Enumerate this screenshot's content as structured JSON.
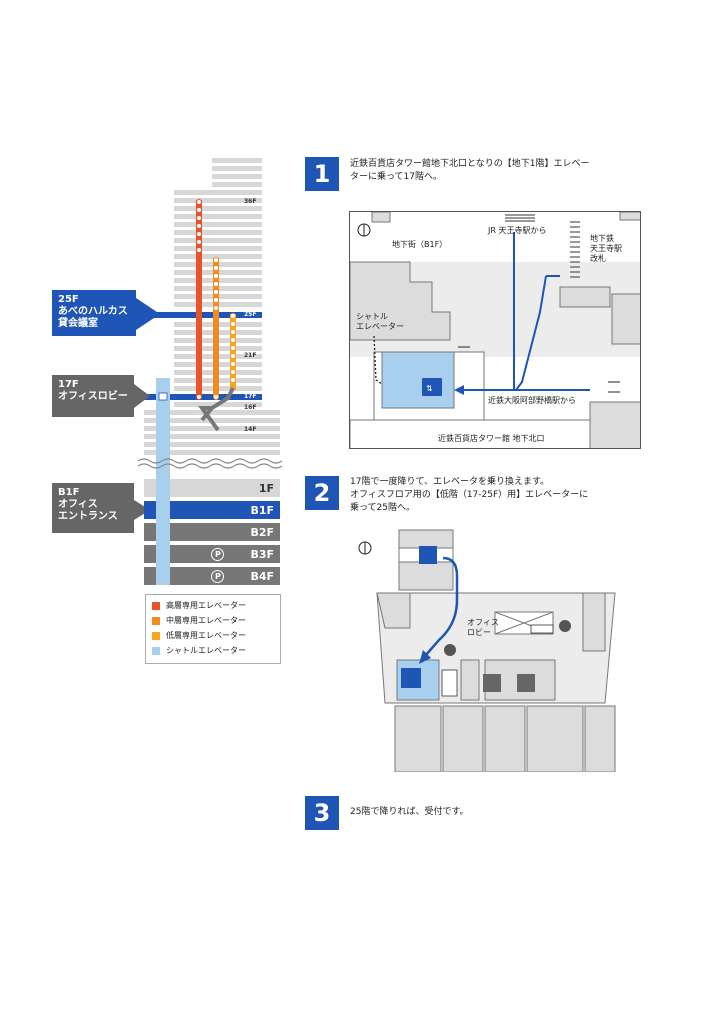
{
  "building": {
    "floor_labels": {
      "f36": "36F",
      "f25": "25F",
      "f21": "21F",
      "f17": "17F",
      "f16": "16F",
      "f14": "14F"
    },
    "basement": {
      "f1": "1F",
      "b1f": "B1F",
      "b2f": "B2F",
      "b3f": "B3F",
      "b4f": "B4F",
      "parking_symbol": "P"
    },
    "callouts": {
      "reception": {
        "floor": "25F",
        "line1": "あべのハルカス",
        "line2": "貸会議室"
      },
      "office_lobby": {
        "floor": "17F",
        "line1": "オフィスロビー"
      },
      "office_entrance": {
        "floor": "B1F",
        "line1": "オフィス",
        "line2": "エントランス"
      }
    },
    "colors": {
      "high": "#e8532a",
      "mid": "#f08c22",
      "low": "#f5a623",
      "shuttle": "#a9cfee",
      "accent": "#1f55b4",
      "gray": "#666666"
    }
  },
  "legend": [
    {
      "label": "高層専用エレベーター",
      "color": "#e8532a"
    },
    {
      "label": "中層専用エレベーター",
      "color": "#f08c22"
    },
    {
      "label": "低層専用エレベーター",
      "color": "#f5a623"
    },
    {
      "label": "シャトルエレベーター",
      "color": "#a9cfee"
    }
  ],
  "steps": [
    {
      "number": "1",
      "line1": "近鉄百貨店タワー館地下北口となりの【地下1階】エレベー",
      "line2": "ターに乗って17階へ。"
    },
    {
      "number": "2",
      "line1": "17階で一度降りて、エレベータを乗り換えます。",
      "line2": "オフィスフロア用の【低階（17-25F）用】エレベーターに",
      "line3": "乗って25階へ。"
    },
    {
      "number": "3",
      "line1": "25階で降りれば、受付です。"
    }
  ],
  "map1": {
    "jr": "JR 天王寺駅から",
    "subway_line1": "地下鉄",
    "subway_line2": "天王寺駅",
    "subway_line3": "改札",
    "underground": "地下街（B1F）",
    "shuttle_line1": "シャトル",
    "shuttle_line2": "エレベーター",
    "kintetsu": "近鉄大阪阿部野橋駅から",
    "north_exit": "近鉄百貨店タワー館 地下北口"
  },
  "map2": {
    "lobby_line1": "オフィス",
    "lobby_line2": "ロビー"
  }
}
